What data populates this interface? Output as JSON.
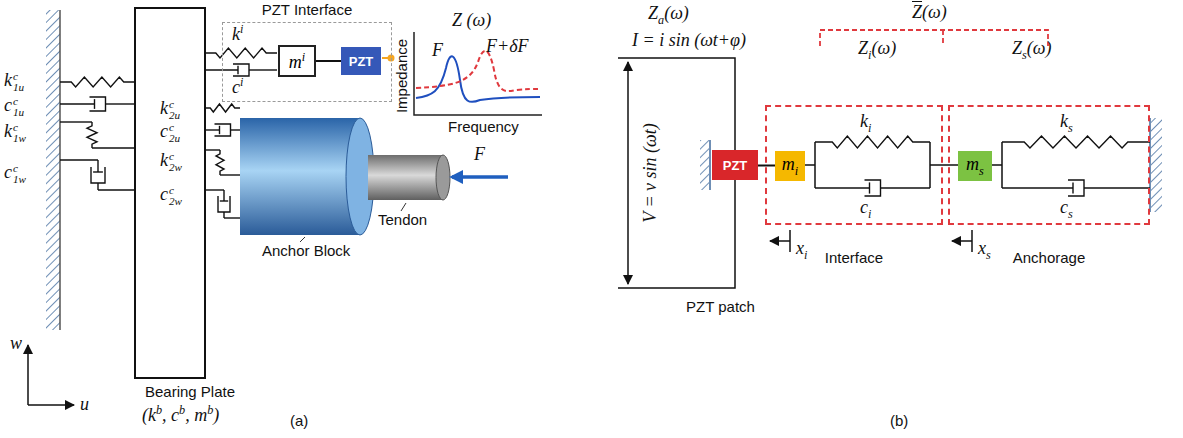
{
  "diagram": {
    "nodes": [
      {
        "text": [
          "PZT Interface"
        ]
      },
      {
        "text": [
          "m",
          "i"
        ],
        "in": 0
      },
      {
        "text": [
          "PZT"
        ],
        "in": 0
      },
      {
        "text": [
          "PZT"
        ]
      },
      {
        "text": [
          "Interface"
        ]
      },
      {
        "text": [
          "m",
          "i"
        ],
        "in": 4
      },
      {
        "text": [
          "Anchorage"
        ]
      },
      {
        "text": [
          "m",
          "s"
        ],
        "in": 6
      }
    ],
    "edges": [
      {
        "from": 1,
        "to": 2,
        "arrow": "none"
      },
      {
        "from": 3,
        "to": 5,
        "arrow": "none"
      }
    ],
    "labels": [
      "k",
      "c",
      "1u",
      "c",
      "c",
      "1u",
      "k",
      "c",
      "1w",
      "c",
      "c",
      "1w",
      "k",
      "c",
      "2u",
      "c",
      "c",
      "2u",
      "k",
      "c",
      "2w",
      "c",
      "c",
      "2w",
      "k",
      "i",
      "c",
      "i",
      "Z (ω)",
      "F",
      "F+δF",
      "Impedance",
      "Frequency",
      "Tendon",
      "Anchor Block",
      "Bearing Plate",
      "(k",
      "b",
      ", c",
      "b",
      ", m",
      "b",
      ")",
      "w",
      "u",
      "F",
      "(a)",
      "Z",
      "a",
      "(ω)",
      "I = i sin (ωt+φ)",
      "Z",
      "(ω)",
      "Z",
      "i",
      "(ω)",
      "Z",
      "s",
      "(ω)",
      "V = v sin (ωt)",
      "PZT patch",
      "k",
      "i",
      "c",
      "i",
      "x",
      "i",
      "k",
      "s",
      "c",
      "s",
      "x",
      "s",
      "(b)"
    ]
  }
}
